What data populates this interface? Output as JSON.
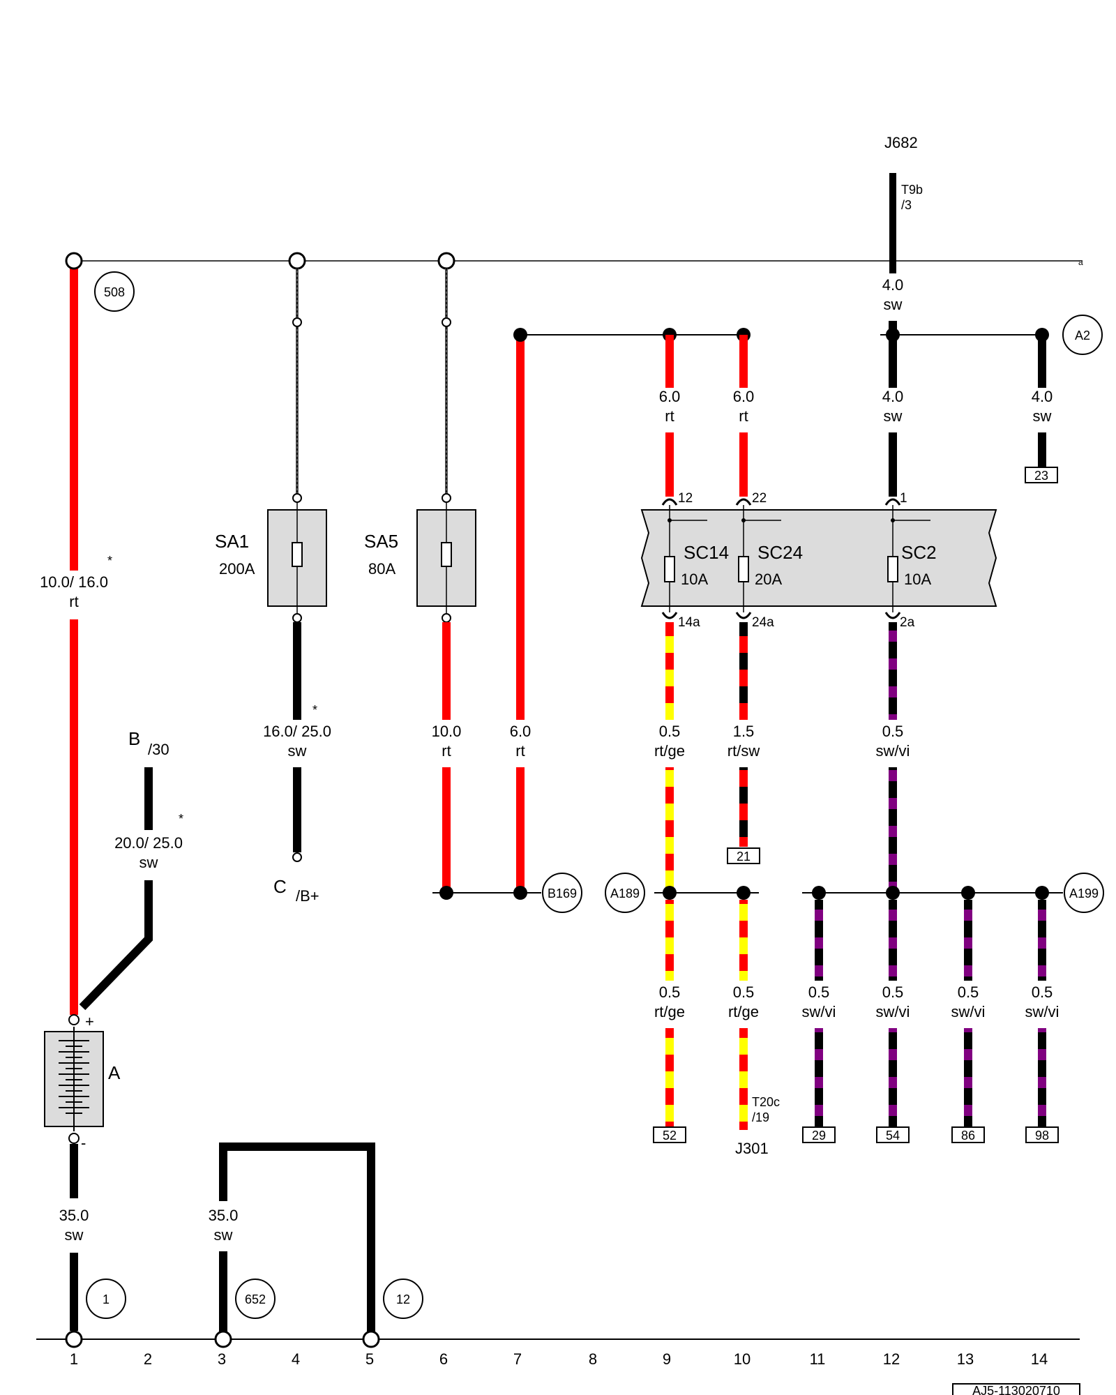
{
  "components": {
    "j682": {
      "name": "J682",
      "pin": "T9b",
      "pin_sub": "/3"
    },
    "sa1": {
      "name": "SA1",
      "rating": "200A"
    },
    "sa5": {
      "name": "SA5",
      "rating": "80A"
    },
    "sc14": {
      "name": "SC14",
      "rating": "10A",
      "pin_in": "12",
      "pin_out": "14a"
    },
    "sc24": {
      "name": "SC24",
      "rating": "20A",
      "pin_in": "22",
      "pin_out": "24a"
    },
    "sc2": {
      "name": "SC2",
      "rating": "10A",
      "pin_in": "1",
      "pin_out": "2a"
    },
    "b30": {
      "name": "B",
      "sub": "/30"
    },
    "cbplus": {
      "name": "C",
      "sub": "/B+"
    },
    "battery": {
      "name": "A",
      "plus": "+",
      "minus": "-"
    },
    "j301": {
      "name": "J301",
      "pin": "T20c",
      "pin_sub": "/19"
    }
  },
  "wires": {
    "w_batt_top": {
      "size": "10.0/ 16.0",
      "color": "rt",
      "note": "*"
    },
    "w_b30": {
      "size": "20.0/ 25.0",
      "color": "sw",
      "note": "*"
    },
    "w_sa1": {
      "size": "16.0/ 25.0",
      "color": "sw",
      "note": "*"
    },
    "w_sa5": {
      "size": "10.0",
      "color": "rt"
    },
    "w_col7": {
      "size": "6.0",
      "color": "rt"
    },
    "w_j682": {
      "size": "4.0",
      "color": "sw"
    },
    "w_sc14_in": {
      "size": "6.0",
      "color": "rt"
    },
    "w_sc24_in": {
      "size": "6.0",
      "color": "rt"
    },
    "w_sc2_in": {
      "size": "4.0",
      "color": "sw"
    },
    "w_col14_top": {
      "size": "4.0",
      "color": "sw"
    },
    "w_sc14_out": {
      "size": "0.5",
      "color": "rt/ge"
    },
    "w_sc24_out": {
      "size": "1.5",
      "color": "rt/sw"
    },
    "w_sc2_out": {
      "size": "0.5",
      "color": "sw/vi"
    },
    "w_c9_bot": {
      "size": "0.5",
      "color": "rt/ge"
    },
    "w_c10_bot": {
      "size": "0.5",
      "color": "rt/ge"
    },
    "w_c11_bot": {
      "size": "0.5",
      "color": "sw/vi"
    },
    "w_c12_bot": {
      "size": "0.5",
      "color": "sw/vi"
    },
    "w_c13_bot": {
      "size": "0.5",
      "color": "sw/vi"
    },
    "w_c14_bot": {
      "size": "0.5",
      "color": "sw/vi"
    },
    "w_ground1": {
      "size": "35.0",
      "color": "sw"
    },
    "w_ground3": {
      "size": "35.0",
      "color": "sw"
    }
  },
  "references": {
    "r508": "508",
    "r1": "1",
    "r652": "652",
    "r12": "12",
    "a2": "A2",
    "b169": "B169",
    "a189": "A189",
    "a199": "A199"
  },
  "continuations": {
    "c23": "23",
    "c21": "21",
    "c52": "52",
    "c29": "29",
    "c54": "54",
    "c86": "86",
    "c98": "98"
  },
  "edge_marker": "a",
  "columns": [
    "1",
    "2",
    "3",
    "4",
    "5",
    "6",
    "7",
    "8",
    "9",
    "10",
    "11",
    "12",
    "13",
    "14"
  ],
  "drawing_id": "AJ5-113020710",
  "palette": {
    "rt": "#ff0000",
    "sw": "#000000",
    "ge": "#ffff00",
    "vi": "#800080",
    "fuse_box": "#dcdcdc"
  }
}
